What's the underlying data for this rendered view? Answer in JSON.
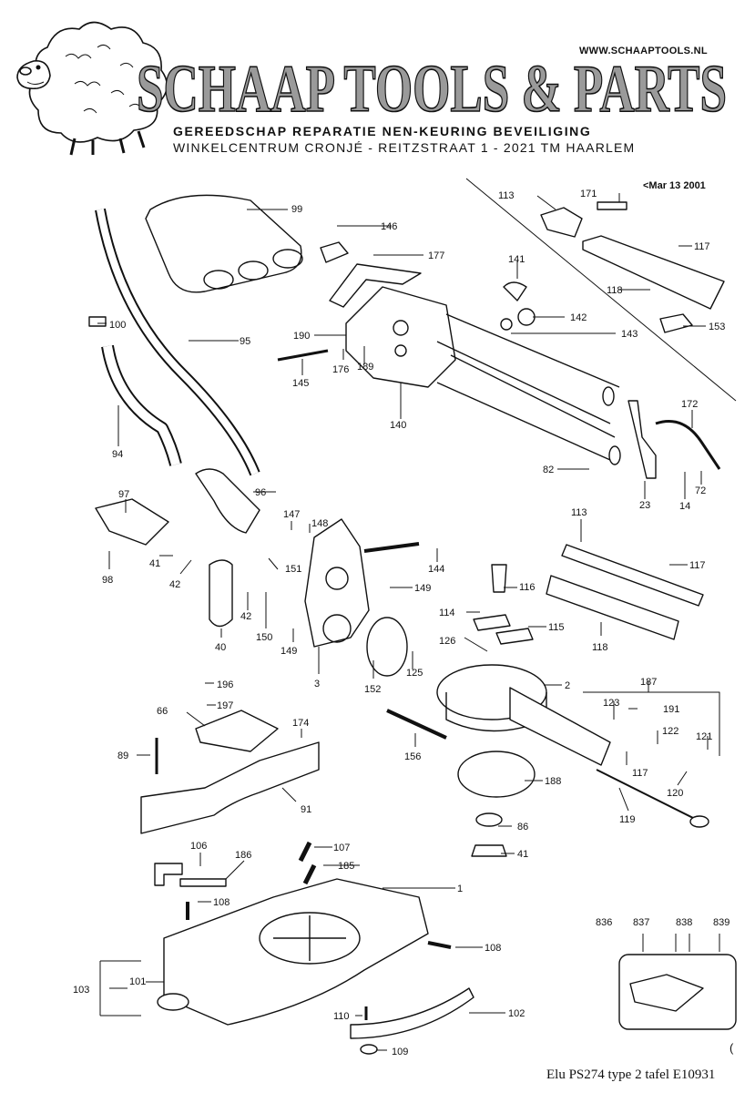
{
  "header": {
    "url": "WWW.SCHAAPTOOLS.NL",
    "title": "SCHAAP TOOLS & PARTS",
    "subtitle": "GEREEDSCHAP REPARATIE NEN-KEURING BEVEILIGING",
    "address": "WINKELCENTRUM CRONJÉ - REITZSTRAAT 1 - 2021 TM HAARLEM"
  },
  "diagram": {
    "date_note": "<Mar 13 2001",
    "caption": "Elu PS274 type 2 tafel E10931",
    "corner_mark": "(",
    "labels": [
      {
        "id": "p99",
        "text": "99"
      },
      {
        "id": "p146",
        "text": "146"
      },
      {
        "id": "p177",
        "text": "177"
      },
      {
        "id": "p113a",
        "text": "113"
      },
      {
        "id": "p171",
        "text": "171"
      },
      {
        "id": "p117a",
        "text": "117"
      },
      {
        "id": "p118a",
        "text": "118"
      },
      {
        "id": "p153",
        "text": "153"
      },
      {
        "id": "p141",
        "text": "141"
      },
      {
        "id": "p142",
        "text": "142"
      },
      {
        "id": "p143",
        "text": "143"
      },
      {
        "id": "p100",
        "text": "100"
      },
      {
        "id": "p95",
        "text": "95"
      },
      {
        "id": "p190",
        "text": "190"
      },
      {
        "id": "p189",
        "text": "189"
      },
      {
        "id": "p176",
        "text": "176"
      },
      {
        "id": "p145",
        "text": "145"
      },
      {
        "id": "p140",
        "text": "140"
      },
      {
        "id": "p94",
        "text": "94"
      },
      {
        "id": "p172",
        "text": "172"
      },
      {
        "id": "p82",
        "text": "82"
      },
      {
        "id": "p23",
        "text": "23"
      },
      {
        "id": "p14",
        "text": "14"
      },
      {
        "id": "p72",
        "text": "72"
      },
      {
        "id": "p96",
        "text": "96"
      },
      {
        "id": "p97",
        "text": "97"
      },
      {
        "id": "p147",
        "text": "147"
      },
      {
        "id": "p148",
        "text": "148"
      },
      {
        "id": "p113b",
        "text": "113"
      },
      {
        "id": "p117b",
        "text": "117"
      },
      {
        "id": "p98",
        "text": "98"
      },
      {
        "id": "p41a",
        "text": "41"
      },
      {
        "id": "p42a",
        "text": "42"
      },
      {
        "id": "p151",
        "text": "151"
      },
      {
        "id": "p144",
        "text": "144"
      },
      {
        "id": "p116",
        "text": "116"
      },
      {
        "id": "p149a",
        "text": "149"
      },
      {
        "id": "p42b",
        "text": "42"
      },
      {
        "id": "p114",
        "text": "114"
      },
      {
        "id": "p115",
        "text": "115"
      },
      {
        "id": "p118b",
        "text": "118"
      },
      {
        "id": "p40",
        "text": "40"
      },
      {
        "id": "p150",
        "text": "150"
      },
      {
        "id": "p149b",
        "text": "149"
      },
      {
        "id": "p126",
        "text": "126"
      },
      {
        "id": "p3",
        "text": "3"
      },
      {
        "id": "p152",
        "text": "152"
      },
      {
        "id": "p125",
        "text": "125"
      },
      {
        "id": "p2",
        "text": "2"
      },
      {
        "id": "p187",
        "text": "187"
      },
      {
        "id": "p196",
        "text": "196"
      },
      {
        "id": "p197",
        "text": "197"
      },
      {
        "id": "p123",
        "text": "123"
      },
      {
        "id": "p191",
        "text": "191"
      },
      {
        "id": "p66",
        "text": "66"
      },
      {
        "id": "p174",
        "text": "174"
      },
      {
        "id": "p122",
        "text": "122"
      },
      {
        "id": "p121",
        "text": "121"
      },
      {
        "id": "p89",
        "text": "89"
      },
      {
        "id": "p156",
        "text": "156"
      },
      {
        "id": "p117c",
        "text": "117"
      },
      {
        "id": "p188",
        "text": "188"
      },
      {
        "id": "p120",
        "text": "120"
      },
      {
        "id": "p91",
        "text": "91"
      },
      {
        "id": "p119",
        "text": "119"
      },
      {
        "id": "p86",
        "text": "86"
      },
      {
        "id": "p106",
        "text": "106"
      },
      {
        "id": "p186",
        "text": "186"
      },
      {
        "id": "p107",
        "text": "107"
      },
      {
        "id": "p41b",
        "text": "41"
      },
      {
        "id": "p185",
        "text": "185"
      },
      {
        "id": "p1",
        "text": "1"
      },
      {
        "id": "p108a",
        "text": "108"
      },
      {
        "id": "p836",
        "text": "836"
      },
      {
        "id": "p837",
        "text": "837"
      },
      {
        "id": "p838",
        "text": "838"
      },
      {
        "id": "p839",
        "text": "839"
      },
      {
        "id": "p108b",
        "text": "108"
      },
      {
        "id": "p103",
        "text": "103"
      },
      {
        "id": "p101",
        "text": "101"
      },
      {
        "id": "p110",
        "text": "110"
      },
      {
        "id": "p102",
        "text": "102"
      },
      {
        "id": "p109",
        "text": "109"
      }
    ]
  }
}
